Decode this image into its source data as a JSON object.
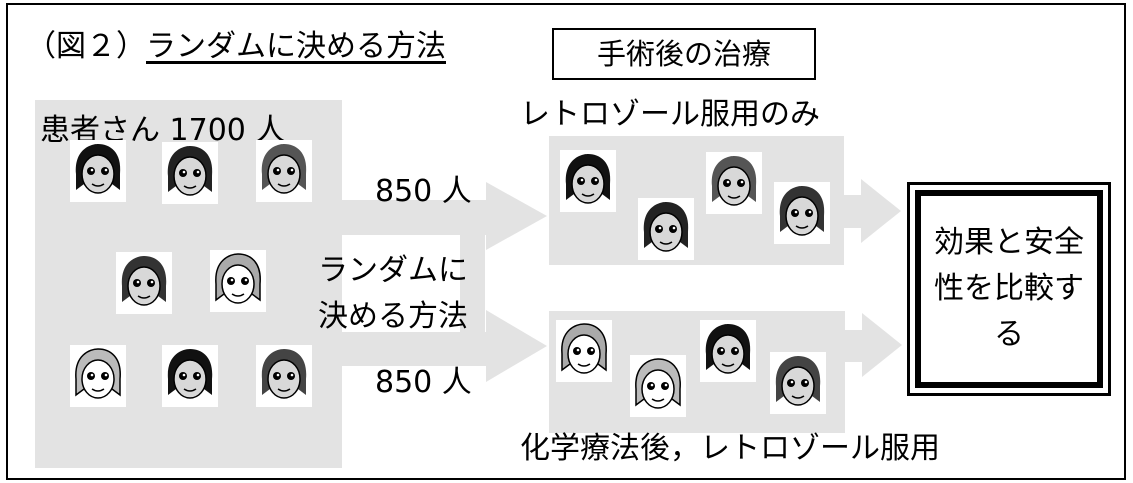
{
  "title": {
    "prefix": "（図２）",
    "underlined": "ランダムに決める方法"
  },
  "header_box": "手術後の治療",
  "patients_label": "患者さん 1700 人",
  "randomize_label": "ランダムに決める方法",
  "group_counts": {
    "top": "850 人",
    "bottom": "850 人"
  },
  "arms": {
    "letrozole_only": "レトロゾール服用のみ",
    "chemo_then_letrozole": "化学療法後，レトロゾール服用"
  },
  "result_box": "効果と安全性を比較する",
  "colors": {
    "panel": "#e3e3e3",
    "arrow": "#e3e3e3",
    "border": "#000000"
  },
  "icons": [
    "patient-face-icon"
  ]
}
